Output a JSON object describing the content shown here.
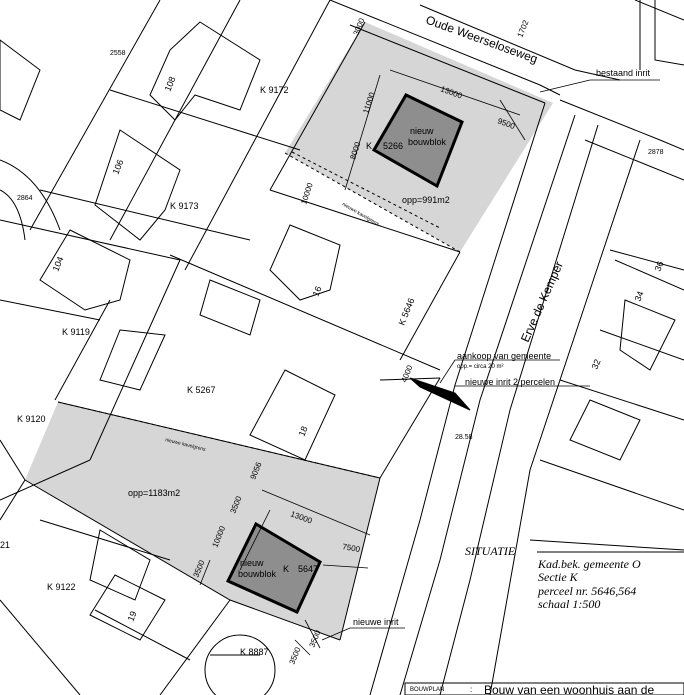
{
  "street_names": {
    "oude_weerseloseweg": "Oude Weerseloseweg",
    "erve_de_kemper": "Erve de Kemper"
  },
  "parcels": {
    "k9172": "K   9172",
    "k9173": "K   9173",
    "k9119": "K   9119",
    "k9120": "K   9120",
    "k9122": "K   9122",
    "k5267": "K   5267",
    "k5646": "K   5646",
    "k5266_top": "K",
    "k5266_num": "5266",
    "k5647_top": "K",
    "k5647_num": "5647",
    "k8887": "K   8887"
  },
  "house_numbers": {
    "n108": "108",
    "n106": "106",
    "n104": "104",
    "n16": "16",
    "n18": "18",
    "n19": "19",
    "n36": "36",
    "n34": "34",
    "n32": "32",
    "n21": "21"
  },
  "markers": {
    "m2558": "2558",
    "m2864": "2864",
    "m2878": "2878",
    "m2858": "28.58"
  },
  "blocks": {
    "top_line1": "nieuw",
    "top_line2": "bouwblok",
    "bottom_line1": "nieuw",
    "bottom_line2": "bouwblok"
  },
  "areas": {
    "top": "opp=991m2",
    "bottom": "opp=1183m2"
  },
  "kavelgrens": {
    "top": "nieuwe kavelgrens",
    "bottom": "nieuwe kavelgrens"
  },
  "dimensions": {
    "d3000_top": "3000",
    "d13000_top": "13000",
    "d11000": "11000",
    "d8000": "8000",
    "d10000_top": "10000",
    "d9500": "9500",
    "d1702": "1702",
    "d9056": "9056",
    "d3500_a": "3500",
    "d13000_bottom": "13000",
    "d10000_bottom": "10000",
    "d7500": "7500",
    "d3500_b": "3500",
    "d3500_c": "3500",
    "d3500_d": "3500",
    "d4000": "4000"
  },
  "annotations": {
    "bestaand_inrit": "bestaand inrit",
    "aankoop": "aankoop van gemeente",
    "aankoop_sub": "opp.= circa 20 m²",
    "nieuwe_inrit_2": "nieuwe inrit 2 percelen",
    "nieuwe_inrit": "nieuwe inrit"
  },
  "situatie": {
    "title": "SITUATIE",
    "line1": "Kad.bek.  gemeente  O",
    "line2": "Sectie    K",
    "line3": "perceel  nr.  5646,564",
    "line4": "schaal  1:500"
  },
  "title_block": {
    "label": "BOUWPLAN",
    "colon": ":",
    "value": "Bouw van een woonhuis aan de"
  },
  "colors": {
    "plot_fill": "#d6d6d6",
    "block_fill": "#8e8e8e",
    "line": "#000000"
  }
}
